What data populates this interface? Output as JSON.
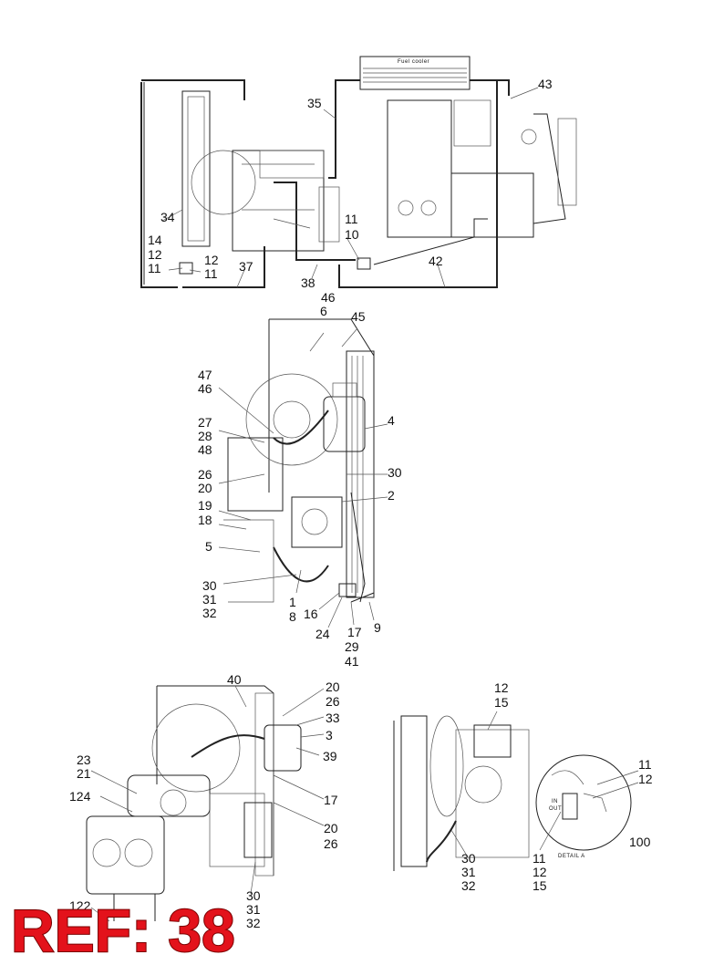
{
  "panel_top": {
    "component_text": "Fuel cooler",
    "labels": [
      {
        "id": "43",
        "text": "43"
      },
      {
        "id": "35",
        "text": "35"
      },
      {
        "id": "34",
        "text": "34"
      },
      {
        "id": "14",
        "text": "14"
      },
      {
        "id": "12a",
        "text": "12"
      },
      {
        "id": "11a",
        "text": "11"
      },
      {
        "id": "12b",
        "text": "12"
      },
      {
        "id": "11b",
        "text": "11"
      },
      {
        "id": "37",
        "text": "37"
      },
      {
        "id": "38",
        "text": "38"
      },
      {
        "id": "11c",
        "text": "11"
      },
      {
        "id": "10",
        "text": "10"
      },
      {
        "id": "42",
        "text": "42"
      }
    ]
  },
  "panel_middle": {
    "labels": [
      {
        "id": "46a",
        "text": "46"
      },
      {
        "id": "6",
        "text": "6"
      },
      {
        "id": "45",
        "text": "45"
      },
      {
        "id": "47",
        "text": "47"
      },
      {
        "id": "46b",
        "text": "46"
      },
      {
        "id": "4",
        "text": "4"
      },
      {
        "id": "27",
        "text": "27"
      },
      {
        "id": "28",
        "text": "28"
      },
      {
        "id": "48",
        "text": "48"
      },
      {
        "id": "26",
        "text": "26"
      },
      {
        "id": "30a",
        "text": "30"
      },
      {
        "id": "20",
        "text": "20"
      },
      {
        "id": "2",
        "text": "2"
      },
      {
        "id": "19",
        "text": "19"
      },
      {
        "id": "18",
        "text": "18"
      },
      {
        "id": "5",
        "text": "5"
      },
      {
        "id": "30b",
        "text": "30"
      },
      {
        "id": "31",
        "text": "31"
      },
      {
        "id": "32",
        "text": "32"
      },
      {
        "id": "1",
        "text": "1"
      },
      {
        "id": "8",
        "text": "8"
      },
      {
        "id": "16",
        "text": "16"
      },
      {
        "id": "24",
        "text": "24"
      },
      {
        "id": "17",
        "text": "17"
      },
      {
        "id": "29",
        "text": "29"
      },
      {
        "id": "41",
        "text": "41"
      },
      {
        "id": "9",
        "text": "9"
      }
    ]
  },
  "panel_bottom_left": {
    "labels": [
      {
        "id": "40",
        "text": "40"
      },
      {
        "id": "20a",
        "text": "20"
      },
      {
        "id": "26a",
        "text": "26"
      },
      {
        "id": "33",
        "text": "33"
      },
      {
        "id": "3",
        "text": "3"
      },
      {
        "id": "39",
        "text": "39"
      },
      {
        "id": "23",
        "text": "23"
      },
      {
        "id": "21",
        "text": "21"
      },
      {
        "id": "124",
        "text": "124"
      },
      {
        "id": "17",
        "text": "17"
      },
      {
        "id": "20b",
        "text": "20"
      },
      {
        "id": "26b",
        "text": "26"
      },
      {
        "id": "122",
        "text": "122"
      },
      {
        "id": "30",
        "text": "30"
      },
      {
        "id": "31",
        "text": "31"
      },
      {
        "id": "32",
        "text": "32"
      }
    ]
  },
  "panel_bottom_right": {
    "detail_in_text": "IN",
    "detail_out_text": "OUT",
    "detail_caption": "DETAIL A",
    "labels": [
      {
        "id": "12a",
        "text": "12"
      },
      {
        "id": "15a",
        "text": "15"
      },
      {
        "id": "11a",
        "text": "11"
      },
      {
        "id": "12b",
        "text": "12"
      },
      {
        "id": "100",
        "text": "100"
      },
      {
        "id": "30",
        "text": "30"
      },
      {
        "id": "31",
        "text": "31"
      },
      {
        "id": "32",
        "text": "32"
      },
      {
        "id": "11b",
        "text": "11"
      },
      {
        "id": "12c",
        "text": "12"
      },
      {
        "id": "15b",
        "text": "15"
      }
    ]
  },
  "ref_badge": "REF: 38",
  "colors": {
    "ink": "#222222",
    "ref_fill": "#e3121b",
    "ref_stroke": "#7a0000"
  }
}
